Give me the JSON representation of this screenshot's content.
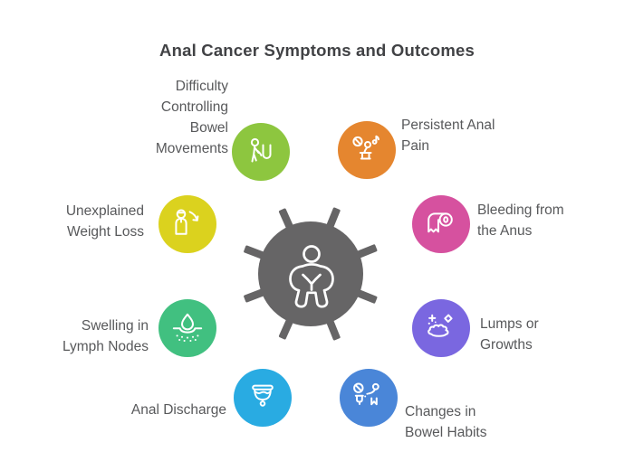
{
  "title": "Anal Cancer Symptoms and Outcomes",
  "hub": {
    "icon": "patient-icon",
    "color": "#666566"
  },
  "text_color": "#58595B",
  "symptoms": [
    {
      "label": "Difficulty\nControlling\nBowel\nMovements",
      "icon": "toilet-urgency-icon",
      "color": "#8DC63F",
      "position": "top-left"
    },
    {
      "label": "Persistent Anal\nPain",
      "icon": "person-on-toilet-icon",
      "color": "#E5862F",
      "position": "top-right"
    },
    {
      "label": "Bleeding from\nthe Anus",
      "icon": "toilet-paper-icon",
      "color": "#D6519F",
      "position": "right-upper"
    },
    {
      "label": "Lumps or\nGrowths",
      "icon": "lump-icon",
      "color": "#7A67E0",
      "position": "right-lower"
    },
    {
      "label": "Changes in\nBowel Habits",
      "icon": "bowel-change-icon",
      "color": "#4A86D8",
      "position": "bottom-right"
    },
    {
      "label": "Anal Discharge",
      "icon": "discharge-cup-icon",
      "color": "#29ABE2",
      "position": "bottom-left"
    },
    {
      "label": "Swelling in\nLymph Nodes",
      "icon": "lymph-swelling-icon",
      "color": "#41C080",
      "position": "left-lower"
    },
    {
      "label": "Unexplained\nWeight Loss",
      "icon": "weight-loss-icon",
      "color": "#DBD21E",
      "position": "left-upper"
    }
  ]
}
